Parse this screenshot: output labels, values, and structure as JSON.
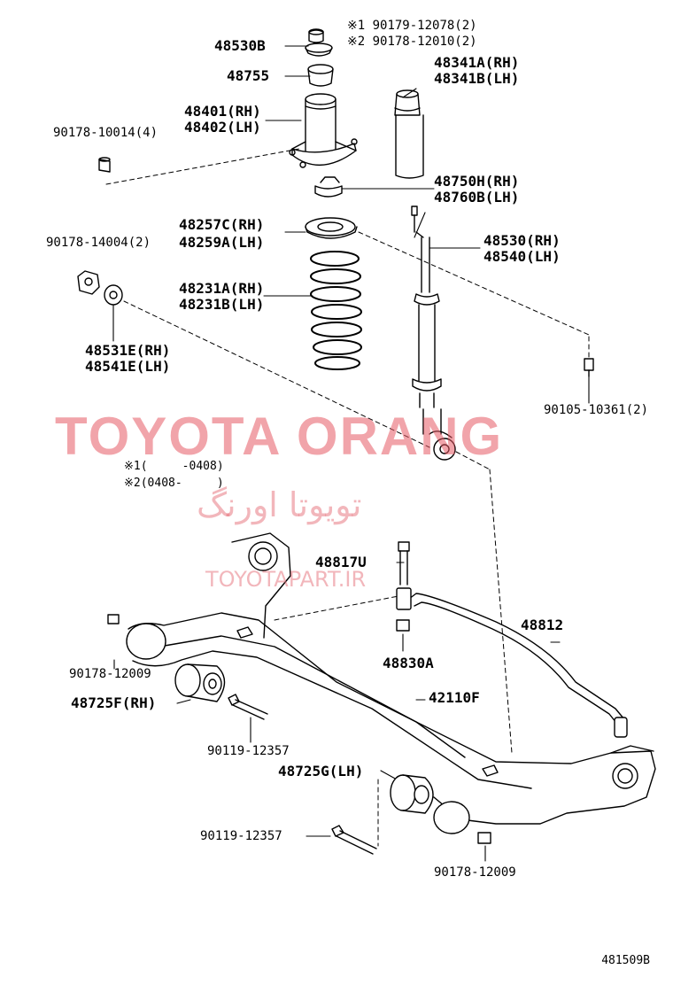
{
  "labels": {
    "l_90179": "※1 90179-12078(2)",
    "l_90178_12010": "※2 90178-12010(2)",
    "l_48530b": "48530B",
    "l_48755": "48755",
    "l_48341a": "48341A(RH)",
    "l_48341b": "48341B(LH)",
    "l_48401": "48401(RH)",
    "l_48402": "48402(LH)",
    "l_90178_10014": "90178-10014(4)",
    "l_48750h": "48750H(RH)",
    "l_48760b": "48760B(LH)",
    "l_48257c": "48257C(RH)",
    "l_48259a": "48259A(LH)",
    "l_90178_14004": "90178-14004(2)",
    "l_48530": "48530(RH)",
    "l_48540": "48540(LH)",
    "l_48231a": "48231A(RH)",
    "l_48231b": "48231B(LH)",
    "l_48531e": "48531E(RH)",
    "l_48541e": "48541E(LH)",
    "l_90105": "90105-10361(2)",
    "l_note1": "※1(     -0408)",
    "l_note2": "※2(0408-     )",
    "l_48817u": "48817U",
    "l_48812": "48812",
    "l_90178_12009a": "90178-12009",
    "l_48830a": "48830A",
    "l_48725f": "48725F(RH)",
    "l_42110f": "42110F",
    "l_90119a": "90119-12357",
    "l_48725g": "48725G(LH)",
    "l_90119b": "90119-12357",
    "l_90178_12009b": "90178-12009"
  },
  "watermark": {
    "main": "TOYOTA ORANG",
    "persian": "تویوتا اورنگ",
    "site": "TOYOTAPART.IR"
  },
  "diagram_code": "481509B",
  "colors": {
    "watermark": "#e65a64",
    "line": "#000000"
  }
}
